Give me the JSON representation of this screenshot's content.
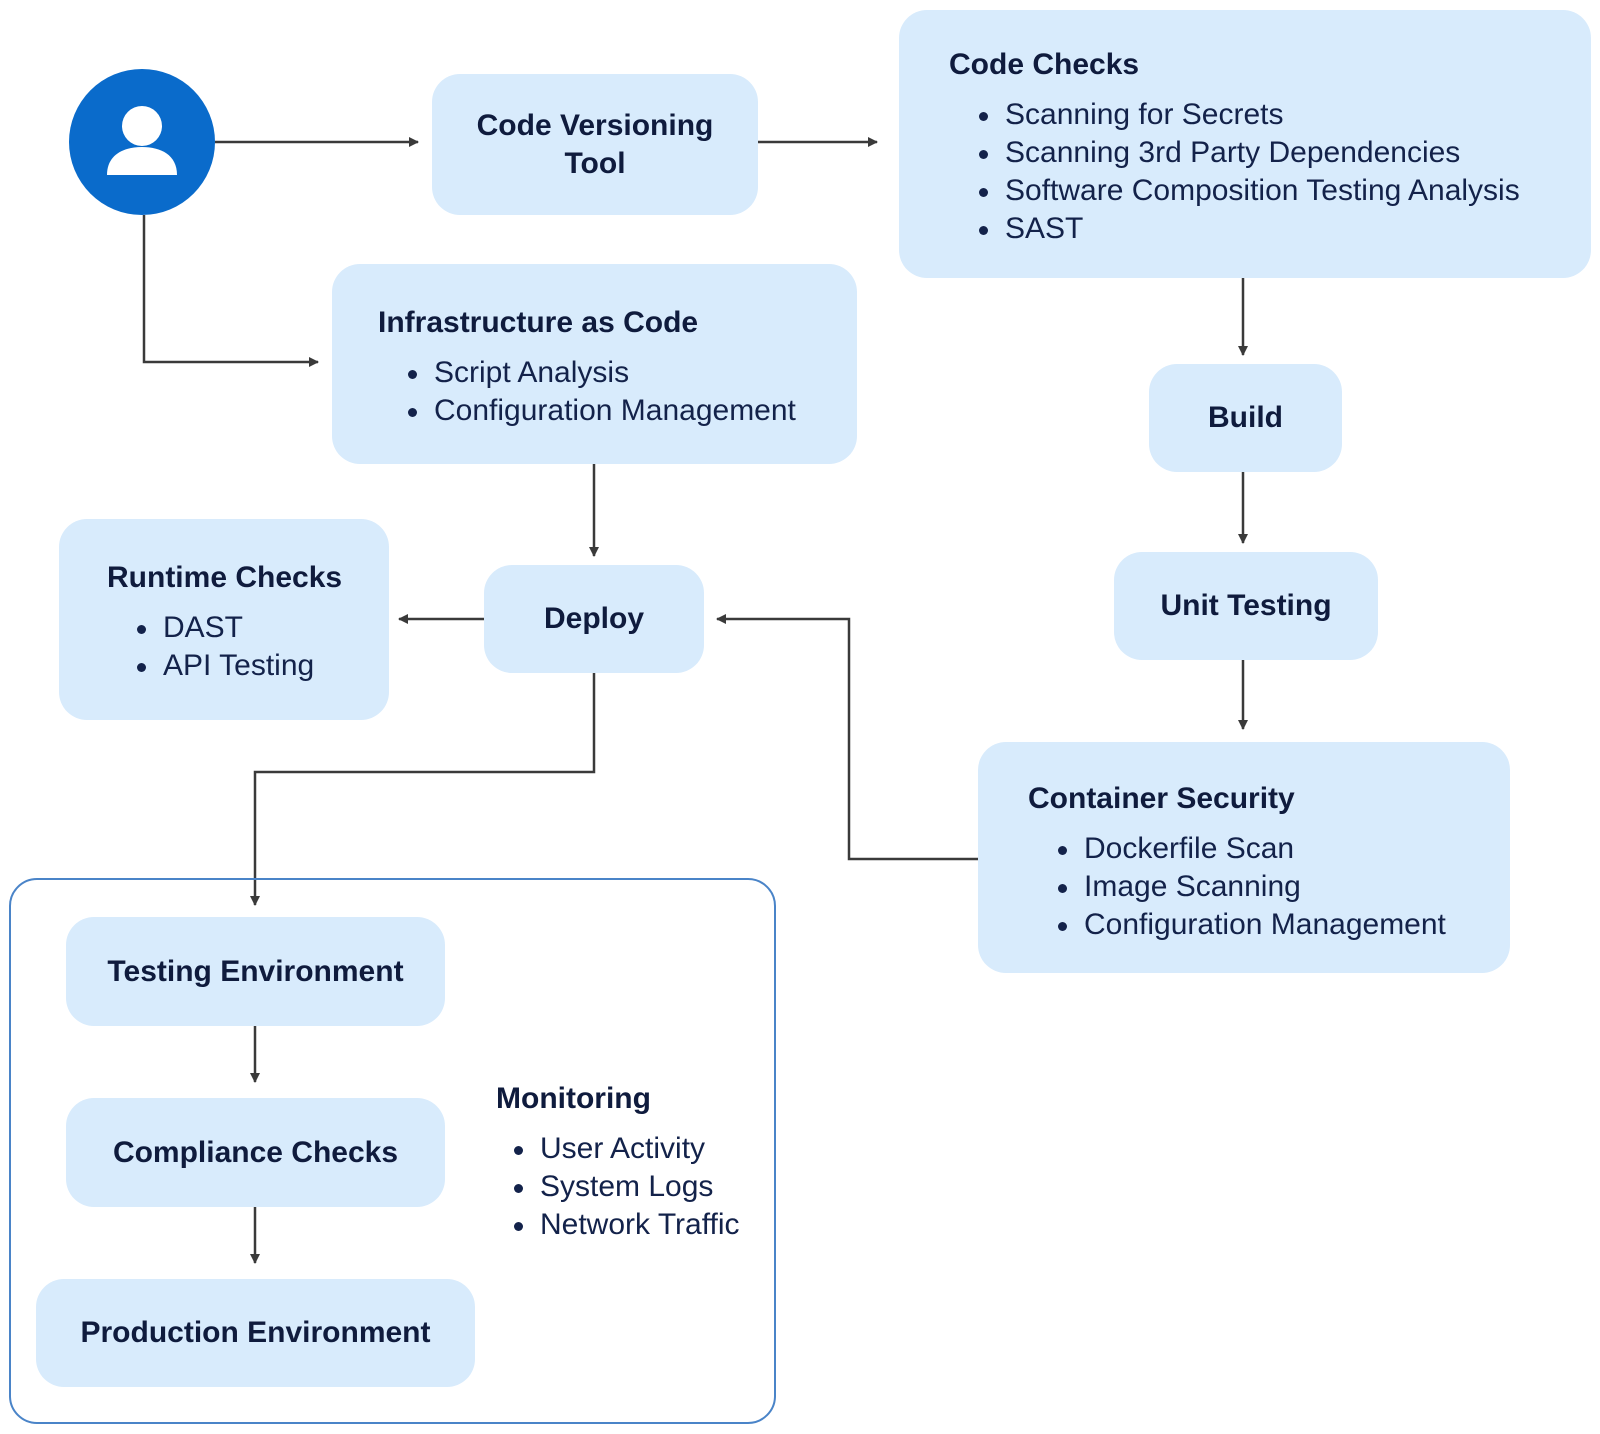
{
  "user": {
    "icon": "user-icon"
  },
  "code_versioning": {
    "title": "Code Versioning Tool"
  },
  "code_checks": {
    "title": "Code Checks",
    "items": [
      "Scanning for Secrets",
      "Scanning 3rd Party Dependencies",
      "Software Composition Testing Analysis",
      "SAST"
    ]
  },
  "iac": {
    "title": "Infrastructure as Code",
    "items": [
      "Script Analysis",
      "Configuration Management"
    ]
  },
  "build": {
    "title": "Build"
  },
  "unit_testing": {
    "title": "Unit Testing"
  },
  "deploy": {
    "title": "Deploy"
  },
  "runtime_checks": {
    "title": "Runtime Checks",
    "items": [
      "DAST",
      "API Testing"
    ]
  },
  "container_security": {
    "title": "Container Security",
    "items": [
      "Dockerfile Scan",
      "Image Scanning",
      "Configuration Management"
    ]
  },
  "environments": {
    "testing": "Testing Environment",
    "compliance": "Compliance Checks",
    "production": "Production Environment"
  },
  "monitoring": {
    "title": "Monitoring",
    "items": [
      "User Activity",
      "System Logs",
      "Network Traffic"
    ]
  },
  "colors": {
    "box_fill": "#d8ebfc",
    "user_circle": "#0a6bcb",
    "text": "#0f1b3d",
    "connector": "#3a3a3a",
    "container_border": "#4a84c8"
  }
}
